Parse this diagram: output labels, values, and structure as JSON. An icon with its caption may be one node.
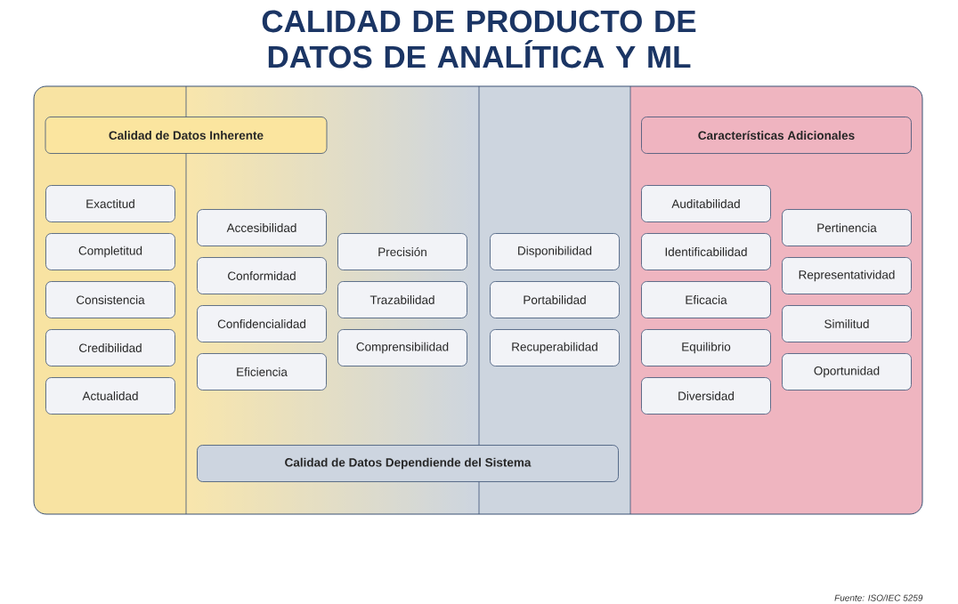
{
  "diagram": {
    "title": "CALIDAD DE PRODUCTO DE DATOS DE ANALÍTICA Y ML",
    "nodes": [
      {
        "text": [
          "Calidad de Datos Inherente"
        ]
      },
      {
        "text": [
          "Exactitud"
        ]
      },
      {
        "text": [
          "Completitud"
        ]
      },
      {
        "text": [
          "Consistencia"
        ]
      },
      {
        "text": [
          "Credibilidad"
        ]
      },
      {
        "text": [
          "Actualidad"
        ]
      },
      {
        "text": [
          "Accesibilidad"
        ]
      },
      {
        "text": [
          "Conformidad"
        ]
      },
      {
        "text": [
          "Confidencialidad"
        ]
      },
      {
        "text": [
          "Eficiencia"
        ]
      },
      {
        "text": [
          "Precisión"
        ]
      },
      {
        "text": [
          "Trazabilidad"
        ]
      },
      {
        "text": [
          "Comprensibilidad"
        ]
      },
      {
        "text": [
          "Disponibilidad"
        ]
      },
      {
        "text": [
          "Portabilidad"
        ]
      },
      {
        "text": [
          "Recuperabilidad"
        ]
      },
      {
        "text": [
          "Calidad de Datos Dependiende del Sistema"
        ]
      },
      {
        "text": [
          "Características Adicionales"
        ]
      },
      {
        "text": [
          "Auditabilidad"
        ]
      },
      {
        "text": [
          "Identificabilidad"
        ]
      },
      {
        "text": [
          "Eficacia"
        ]
      },
      {
        "text": [
          "Equilibrio"
        ]
      },
      {
        "text": [
          "Diversidad"
        ]
      },
      {
        "text": [
          "Pertinencia"
        ]
      },
      {
        "text": [
          "Representatividad"
        ]
      },
      {
        "text": [
          "Similitud"
        ]
      },
      {
        "text": [
          "Oportunidad"
        ]
      }
    ],
    "labels": [
      "Fuente: ISO/IEC 5259"
    ]
  }
}
